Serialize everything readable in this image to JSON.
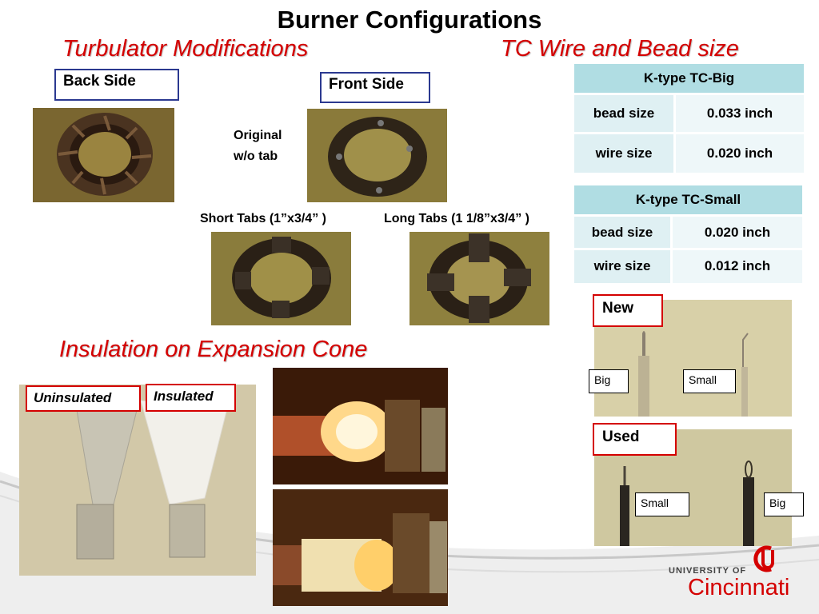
{
  "slide": {
    "title": "Burner Configurations",
    "section_turbulator": "Turbulator Modifications",
    "section_tc": "TC Wire and Bead size",
    "section_insulation": "Insulation on Expansion Cone"
  },
  "turbulator": {
    "back_side": "Back Side",
    "front_side": "Front Side",
    "original_line1": "Original",
    "original_line2": "w/o  tab",
    "short_tabs": "Short Tabs (1”x3/4” )",
    "long_tabs": "Long Tabs (1 1/8”x3/4” )"
  },
  "tc_tables": [
    {
      "title": "K-type TC-Big",
      "rows": [
        {
          "label": "bead size",
          "value": "0.033 inch"
        },
        {
          "label": "wire size",
          "value": "0.020 inch"
        }
      ]
    },
    {
      "title": "K-type TC-Small",
      "rows": [
        {
          "label": "bead size",
          "value": "0.020 inch"
        },
        {
          "label": "wire size",
          "value": "0.012 inch"
        }
      ]
    }
  ],
  "tc_photos": {
    "new_label": "New",
    "used_label": "Used",
    "new_left": "Big",
    "new_right": "Small",
    "used_left": "Small",
    "used_right": "Big"
  },
  "insulation": {
    "uninsulated": "Uninsulated",
    "insulated": "Insulated"
  },
  "logo": {
    "line1": "UNIVERSITY OF",
    "line2": "Cincinnati"
  },
  "colors": {
    "accent_red": "#d40000",
    "box_blue": "#2b3990",
    "table_header": "#b0dde3",
    "table_cell": "#dff0f3"
  }
}
